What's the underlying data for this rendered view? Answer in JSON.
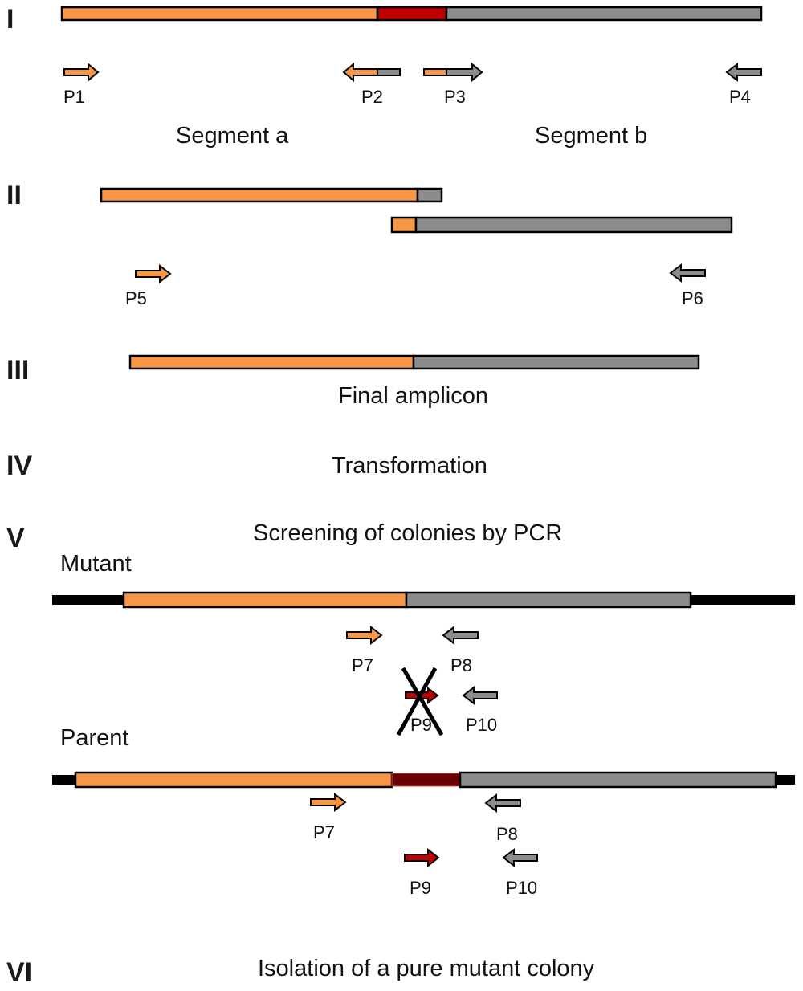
{
  "steps": {
    "I": "I",
    "II": "II",
    "III": "III",
    "IV": "IV",
    "V": "V",
    "VI": "VI"
  },
  "primers": {
    "p1": "P1",
    "p2": "P2",
    "p3": "P3",
    "p4": "P4",
    "p5": "P5",
    "p6": "P6",
    "p7": "P7",
    "p8": "P8",
    "p9": "P9",
    "p10": "P10"
  },
  "captions": {
    "segment_a": "Segment a",
    "segment_b": "Segment b",
    "final_amplicon": "Final amplicon",
    "transformation": "Transformation",
    "screening": "Screening of colonies by PCR",
    "mutant": "Mutant",
    "parent": "Parent",
    "isolation": "Isolation of a pure mutant colony"
  },
  "colors": {
    "segment_a": "#f79646",
    "deleted_region": "#c00000",
    "segment_b": "#8c8c8c",
    "genome": "#000000",
    "parent_deleted_region": "#6b0000"
  }
}
